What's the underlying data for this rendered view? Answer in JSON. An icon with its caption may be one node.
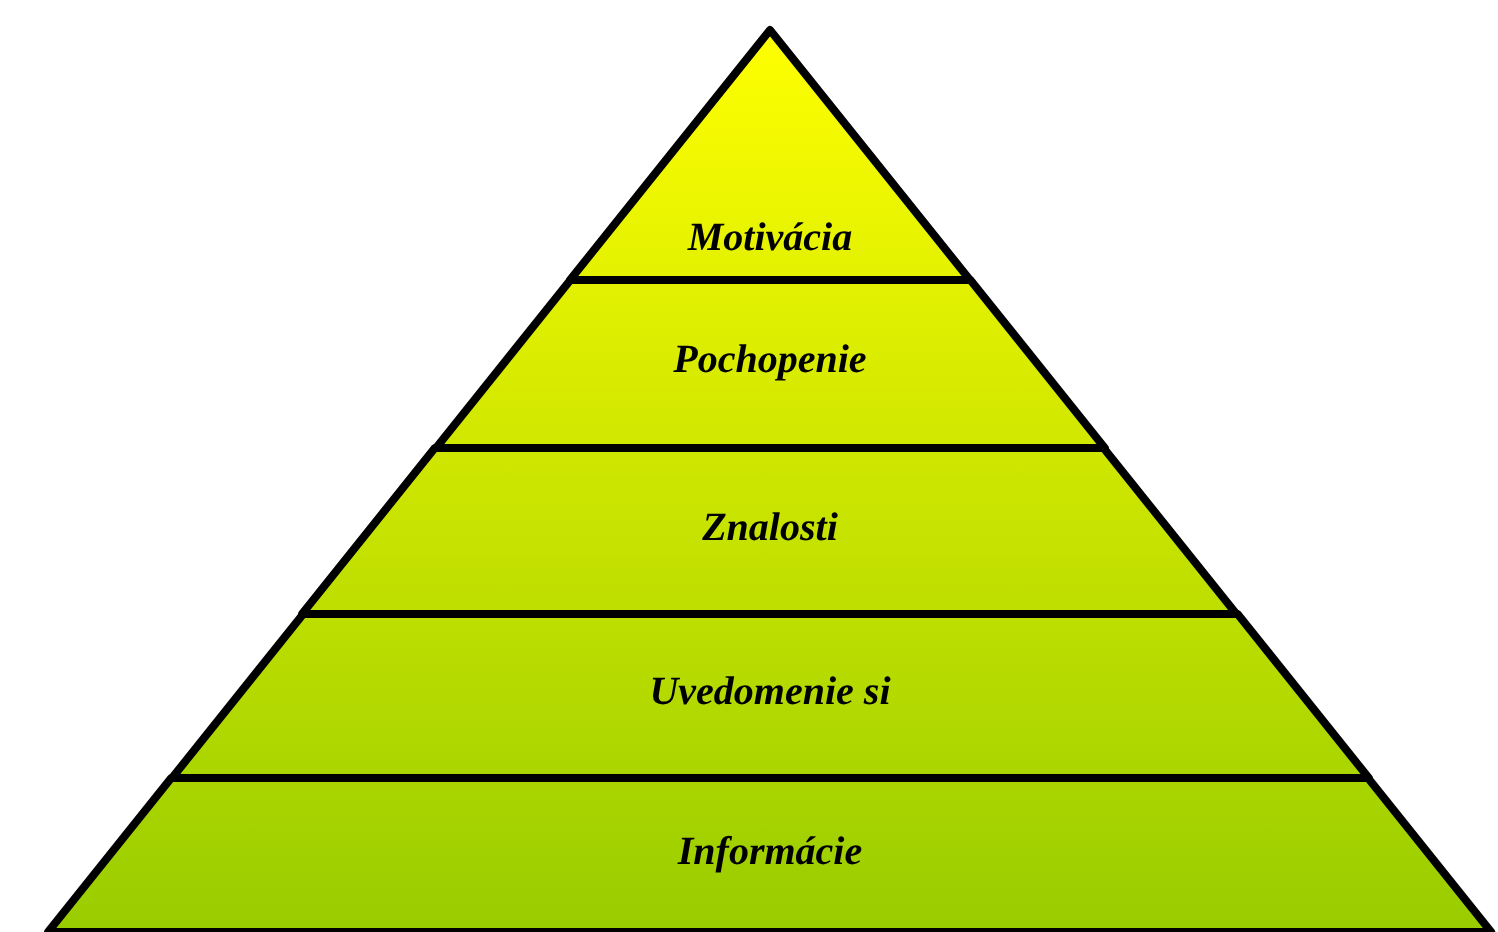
{
  "diagram": {
    "nodes": [
      {
        "text": [
          "Motivácia"
        ]
      },
      {
        "text": [
          "Pochopenie"
        ]
      },
      {
        "text": [
          "Znalosti"
        ]
      },
      {
        "text": [
          "Uvedomenie si"
        ]
      },
      {
        "text": [
          "Informácie"
        ]
      }
    ]
  }
}
